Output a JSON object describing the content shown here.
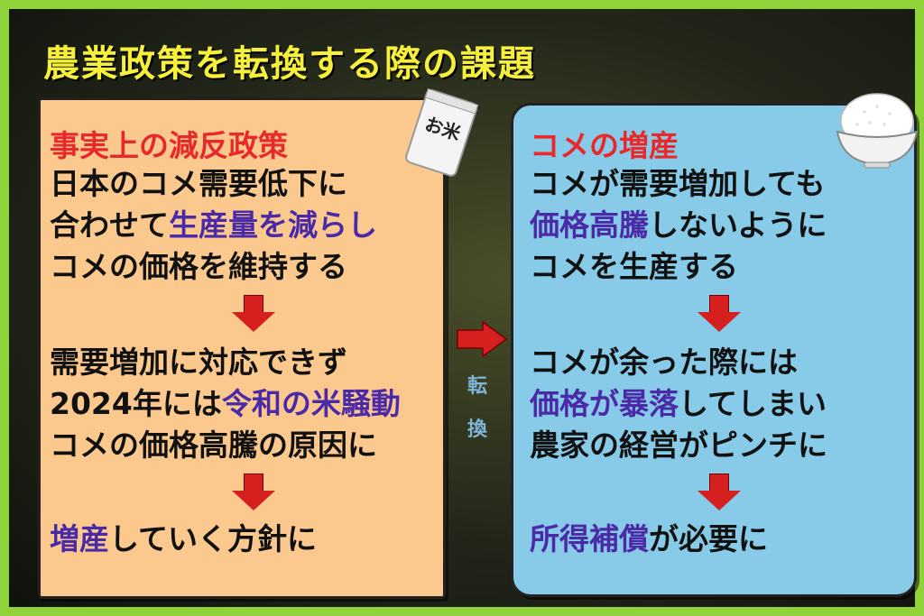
{
  "title": "農業政策を転換する際の課題",
  "left": {
    "heading": "事実上の減反政策",
    "line1": "日本のコメ需要低下に",
    "line2a": "合わせて",
    "line2b": "生産量を減らし",
    "line3": "コメの価格を維持する",
    "line4": "需要増加に対応できず",
    "line5a": "2024年には",
    "line5b": "令和の米騒動",
    "line6": "コメの価格高騰の原因に",
    "line7a": "増産",
    "line7b": "していく方針に"
  },
  "middle": {
    "label1": "転",
    "label2": "換"
  },
  "right": {
    "heading": "コメの増産",
    "line1": "コメが需要増加しても",
    "line2a": "価格高騰",
    "line2b": "しないように",
    "line3": "コメを生産する",
    "line4": "コメが余った際には",
    "line5a": "価格が暴落",
    "line5b": "してしまい",
    "line6": "農家の経営がピンチに",
    "line7a": "所得補償",
    "line7b": "が必要に"
  },
  "rice_bag_text": "お米",
  "colors": {
    "title": "#f7f03a",
    "heading": "#e8292c",
    "emphasis": "#4b2aa8",
    "left_panel": "#fbc98d",
    "right_panel": "#87cbe8",
    "arrow": "#d61f1f",
    "frame": "#8fd23a"
  }
}
